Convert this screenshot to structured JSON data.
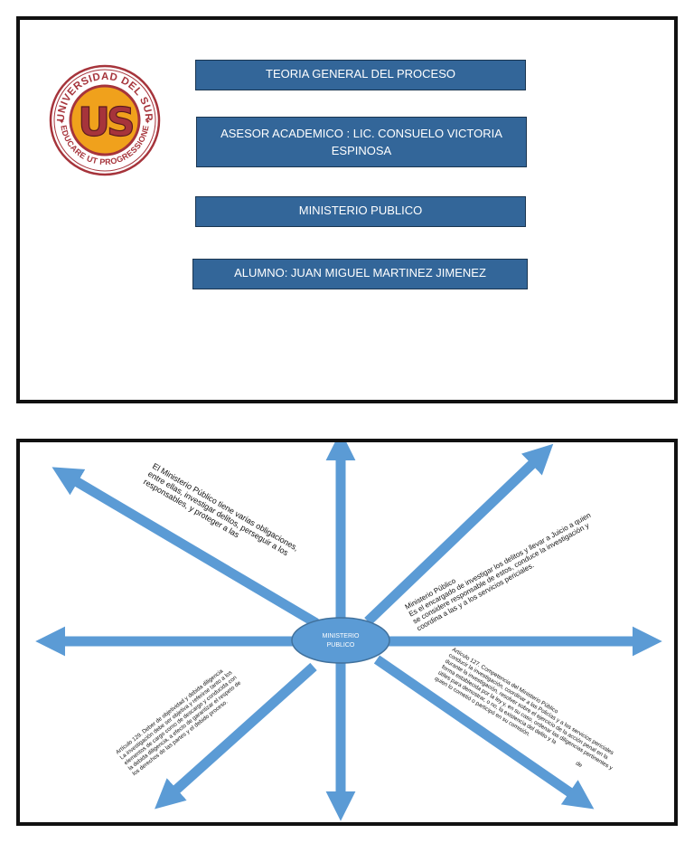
{
  "slide1": {
    "logo": {
      "ring_text_top": "UNIVERSIDAD DEL SUR",
      "ring_text_bottom": "EDUCARE UT PROGRESSIONE",
      "monogram": "US",
      "colors": {
        "ring": "#a6343b",
        "disk": "#f0a11c",
        "letters": "#a6343b"
      }
    },
    "boxes": {
      "title": "TEORIA GENERAL DEL PROCESO",
      "asesor": "ASESOR ACADEMICO : LIC. CONSUELO VICTORIA ESPINOSA",
      "topic": "MINISTERIO PUBLICO",
      "alumno": "ALUMNO: JUAN MIGUEL MARTINEZ JIMENEZ"
    },
    "box_color": "#336699"
  },
  "slide2": {
    "center_line1": "MINISTERIO",
    "center_line2": "PUBLICO",
    "arrow_color": "#5b9bd5",
    "notes": {
      "upper_left": [
        "El Ministerio Público tiene varias obligaciones,",
        "entre ellas, investigar delitos, perseguir a los",
        "responsables, y proteger a las"
      ],
      "upper_right": [
        "Ministerio Público",
        "Es el encargado de investigar los delitos y llevar a Juicio a quien",
        "se considere responsable de estos, conduce la investigación y",
        "coordina a las y a los servicios periciales."
      ],
      "lower_left": [
        "Artículo 129. Deber de objetividad y debida diligencia",
        "La investigación debe ser objetiva y referirse tanto a los",
        "elementos de cargo como de descargo y conducida con",
        "la debida diligencia, a efecto de garantizar el respeto de",
        "los derechos de las partes y el debido proceso."
      ],
      "lower_right": [
        "Artículo 127. Competencia del Ministerio Público",
        "conducir la investigación, coordinar a las Policías y a los servicios periciales",
        "durante la investigación, resolver sobre el ejercicio de la acción penal en la",
        "forma establecida por la ley y, en su caso, ordenar las diligencias pertinentes y",
        "útiles para demostrar, o no, la existencia del delito y la",
        "quien lo cometió o participó en su comisión.",
        "de"
      ]
    }
  }
}
